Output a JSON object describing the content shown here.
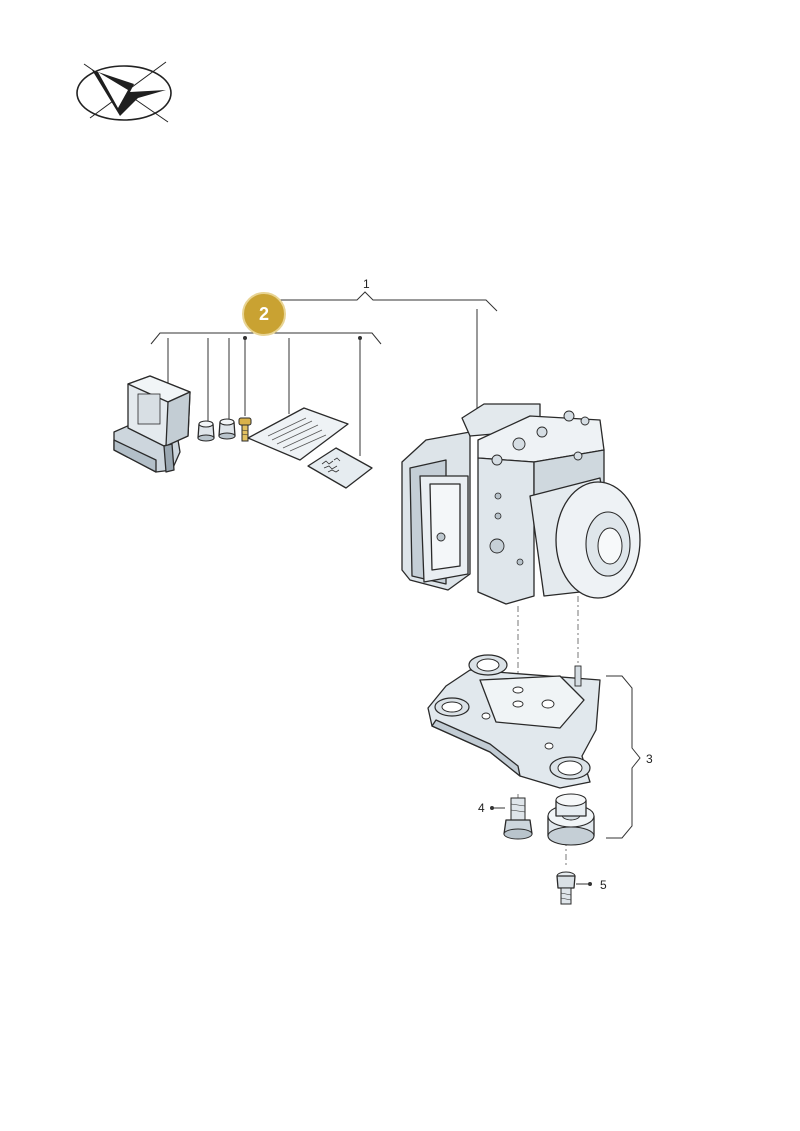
{
  "labels": {
    "part_1": "1",
    "part_2": "2",
    "part_3": "3",
    "part_4": "4",
    "part_5": "5"
  },
  "colors": {
    "highlight": "#c9a232",
    "highlight_stroke": "#e8d493",
    "metal_light": "#e9eef2",
    "metal_mid": "#cdd6dd",
    "metal_dark": "#9aa7b1",
    "brass": "#d9b24a"
  },
  "icons": [
    "logo-icon"
  ]
}
